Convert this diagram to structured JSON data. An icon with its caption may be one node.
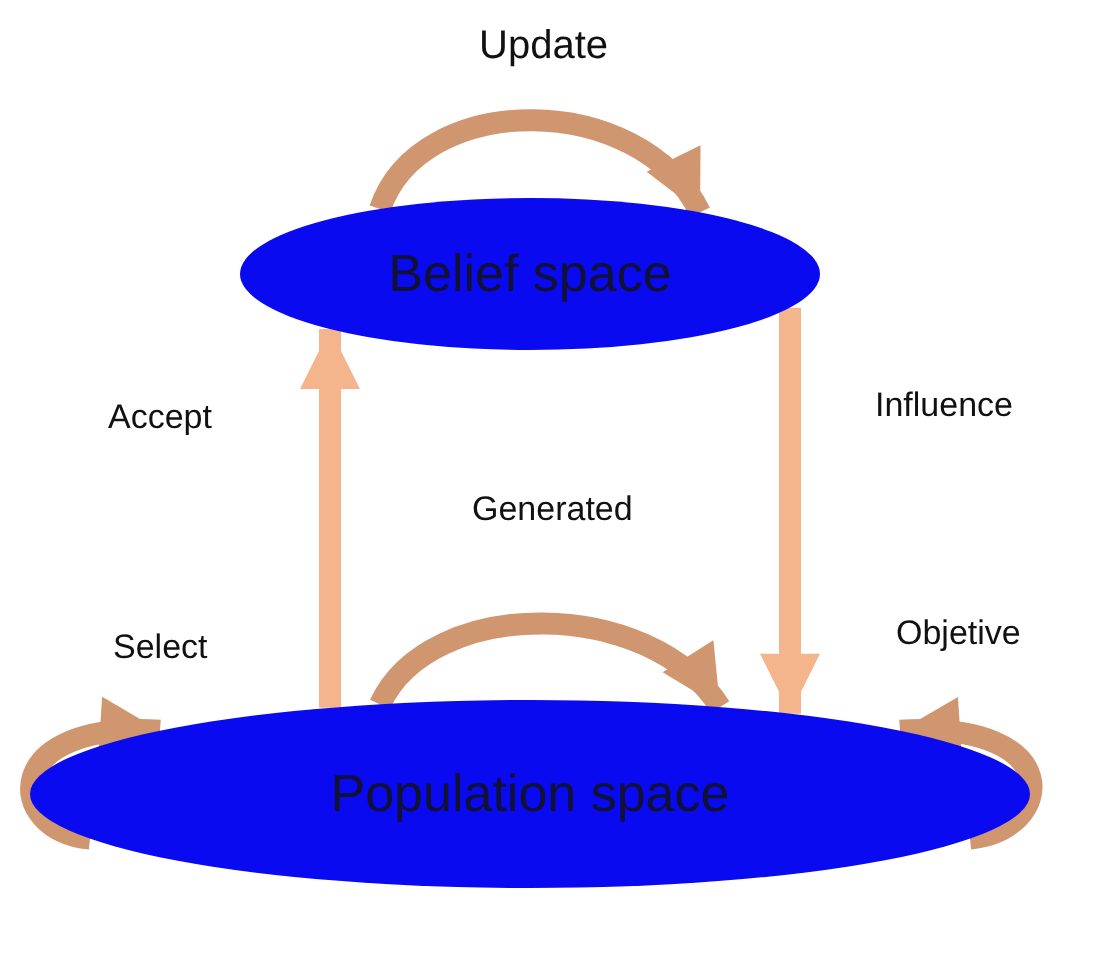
{
  "diagram": {
    "nodes": [
      {
        "text": [
          "Belief space"
        ]
      },
      {
        "text": [
          "Population space"
        ]
      }
    ],
    "edges": [
      {
        "from": 0,
        "to": 0,
        "arrow": "to",
        "label": "Update"
      },
      {
        "from": 1,
        "to": 0,
        "arrow": "to",
        "label": "Accept",
        "color": "#f4b48c"
      },
      {
        "from": 0,
        "to": 1,
        "arrow": "to",
        "label": "Influence",
        "color": "#f4b48c"
      },
      {
        "from": 1,
        "to": 1,
        "arrow": "to",
        "label": "Generated"
      },
      {
        "from": 1,
        "to": 1,
        "arrow": "to",
        "label": "Select"
      },
      {
        "from": 1,
        "to": 1,
        "arrow": "to",
        "label": "Objetive"
      }
    ]
  }
}
